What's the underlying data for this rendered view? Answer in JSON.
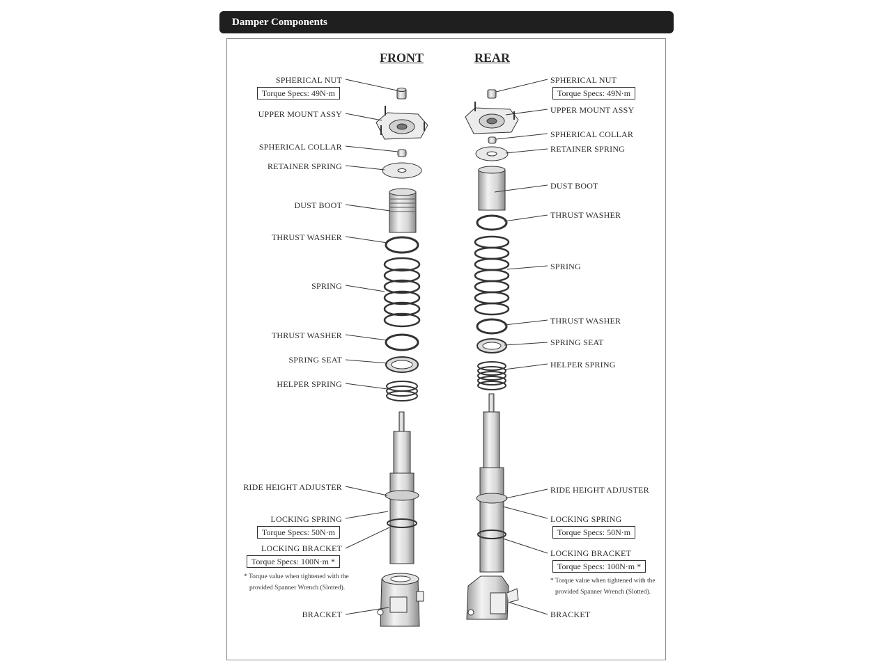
{
  "header": {
    "title": "Damper Components"
  },
  "front": {
    "heading": "FRONT",
    "labels": {
      "spherical_nut": "SPHERICAL NUT",
      "upper_mount": "UPPER MOUNT ASSY",
      "spherical_collar": "SPHERICAL COLLAR",
      "retainer_spring": "RETAINER SPRING",
      "dust_boot": "DUST BOOT",
      "thrust_washer_top": "THRUST WASHER",
      "spring": "SPRING",
      "thrust_washer_bottom": "THRUST WASHER",
      "spring_seat": "SPRING SEAT",
      "helper_spring": "HELPER SPRING",
      "ride_height": "RIDE HEIGHT ADJUSTER",
      "locking_spring": "LOCKING SPRING",
      "locking_bracket": "LOCKING BRACKET",
      "bracket": "BRACKET"
    },
    "torque": {
      "nut": "Torque Specs: 49N·m",
      "locking_spring": "Torque Specs: 50N·m",
      "locking_bracket": "Torque Specs: 100N·m *"
    },
    "note_line1": "* Torque value when tightened with the",
    "note_line2": "provided Spanner Wrench (Slotted)."
  },
  "rear": {
    "heading": "REAR",
    "labels": {
      "spherical_nut": "SPHERICAL NUT",
      "upper_mount": "UPPER MOUNT ASSY",
      "spherical_collar": "SPHERICAL COLLAR",
      "retainer_spring": "RETAINER SPRING",
      "dust_boot": "DUST BOOT",
      "thrust_washer_top": "THRUST WASHER",
      "spring": "SPRING",
      "thrust_washer_bottom": "THRUST WASHER",
      "spring_seat": "SPRING SEAT",
      "helper_spring": "HELPER SPRING",
      "ride_height": "RIDE HEIGHT ADJUSTER",
      "locking_spring": "LOCKING SPRING",
      "locking_bracket": "LOCKING BRACKET",
      "bracket": "BRACKET"
    },
    "torque": {
      "nut": "Torque Specs: 49N·m",
      "locking_spring": "Torque Specs: 50N·m",
      "locking_bracket": "Torque Specs: 100N·m *"
    },
    "note_line1": "* Torque value when tightened with the",
    "note_line2": "provided Spanner Wrench (Slotted)."
  }
}
